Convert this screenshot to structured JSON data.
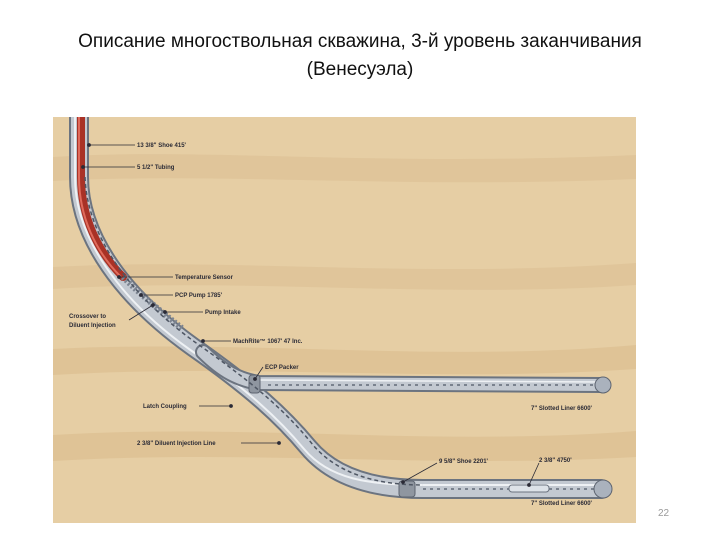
{
  "slide": {
    "title_line1": "Описание многоствольная скважина, 3-й уровень заканчивания",
    "title_line2": "(Венесуэла)",
    "page_number": "22"
  },
  "diagram": {
    "colors": {
      "formation_light": "#e8d1a8",
      "formation_dark": "#d6bb8c",
      "casing": "#b8bfc9",
      "casing_edge": "#6c7480",
      "tubing": "#c0392b",
      "liner_slots": "#7a828e"
    },
    "labels": {
      "shoe_13": "13 3/8\" Shoe 415'",
      "tubing": "5 1/2\" Tubing",
      "temp_sensor": "Temperature Sensor",
      "pcp_pump": "PCP Pump 1785'",
      "pump_intake": "Pump Intake",
      "crossover_line1": "Crossover to",
      "crossover_line2": "Diluent Injection",
      "multilateral": "MachRite™ 1067' 47 Inc.",
      "ecp_packer": "ECP Packer",
      "liner_upper": "7\" Slotted Liner 6600'",
      "latch_coupling": "Latch Coupling",
      "diluent_line": "2 3/8\" Diluent Injection Line",
      "shoe_9": "9 5/8\" Shoe 2201'",
      "tubing_lower": "2 3/8\" 4750'",
      "liner_lower": "7\" Slotted Liner 6600'"
    }
  }
}
